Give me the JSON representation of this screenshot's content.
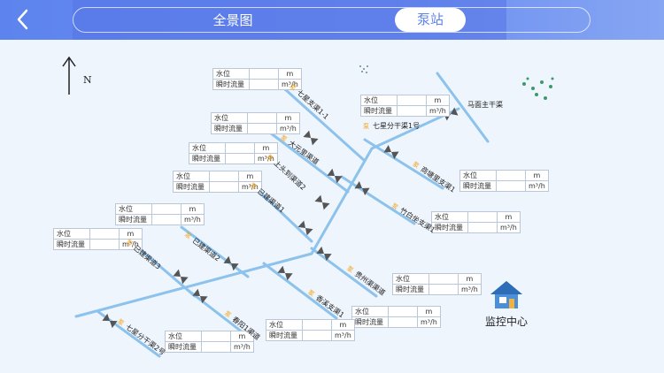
{
  "header": {
    "tab_panorama": "全景图",
    "tab_pump": "泵站",
    "back_icon": "chevron-left-icon"
  },
  "compass": {
    "letter": "N"
  },
  "table_labels": {
    "water_level": "水位",
    "flow": "瞬时流量",
    "unit_level": "m",
    "unit_flow": "m³/h"
  },
  "pump_marker": "泵",
  "channels": [
    "七星支渠1-1",
    "大元里渠道",
    "上头到渠道2",
    "已建渠道1",
    "已建渠道2",
    "已建渠道3",
    "七星分干渠2号",
    "春阳1渠道",
    "香溪支渠1",
    "贵州渠渠道",
    "竹白坐支渠1",
    "商塘里支渠1",
    "七星分干渠1号",
    "马面主干渠"
  ],
  "monitor_center": {
    "label": "监控中心",
    "icon": "house-icon"
  },
  "colors": {
    "header": "#5d83ee",
    "pipe": "#8cc2ec",
    "pump_marker": "#f2a31a",
    "background": "#eef5fd"
  }
}
